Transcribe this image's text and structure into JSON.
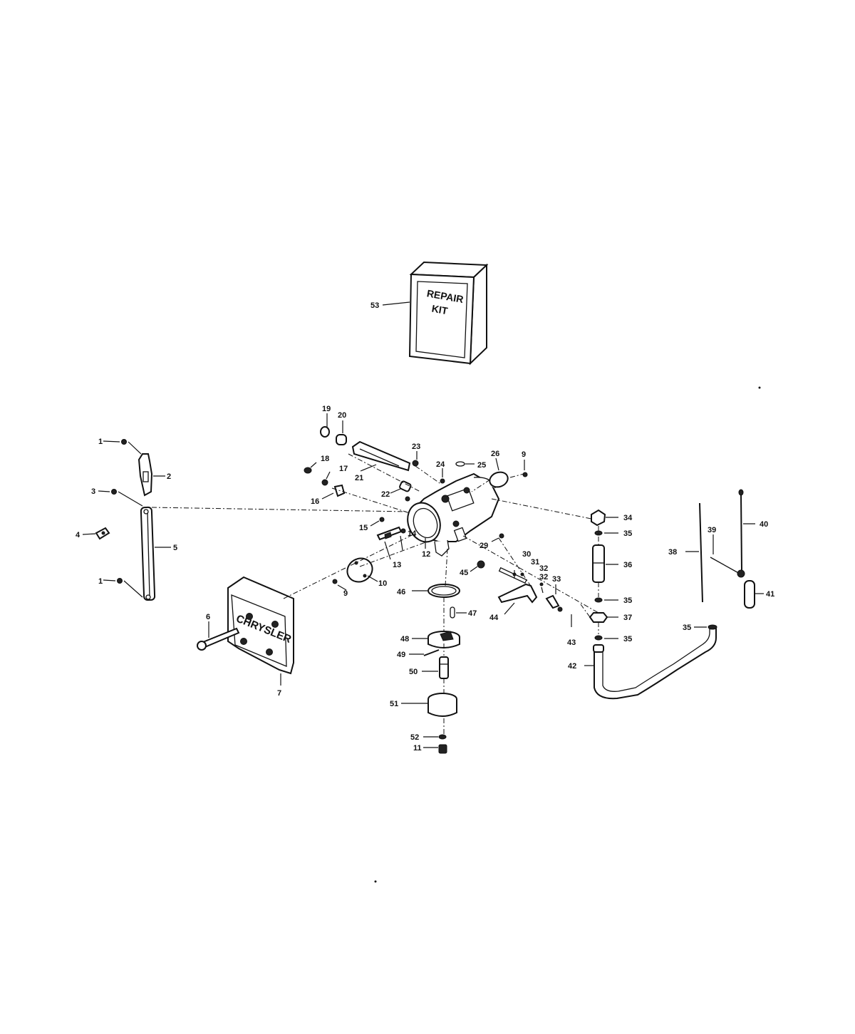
{
  "kit": {
    "line1": "REPAIR",
    "line2": "KIT"
  },
  "brand": "CHRYSLER",
  "callouts": {
    "c1a": "1",
    "c1b": "1",
    "c2": "2",
    "c3": "3",
    "c4": "4",
    "c5": "5",
    "c6": "6",
    "c7": "7",
    "c9a": "9",
    "c9b": "9",
    "c10": "10",
    "c11": "11",
    "c12": "12",
    "c13": "13",
    "c14": "14",
    "c15": "15",
    "c16": "16",
    "c17": "17",
    "c18": "18",
    "c19": "19",
    "c20": "20",
    "c21": "21",
    "c22": "22",
    "c23": "23",
    "c24": "24",
    "c25": "25",
    "c26": "26",
    "c29": "29",
    "c30": "30",
    "c31": "31",
    "c32a": "32",
    "c32b": "32",
    "c33": "33",
    "c34": "34",
    "c35a": "35",
    "c35b": "35",
    "c35c": "35",
    "c35d": "35",
    "c36": "36",
    "c37": "37",
    "c38": "38",
    "c39": "39",
    "c40": "40",
    "c41": "41",
    "c42": "42",
    "c43": "43",
    "c44": "44",
    "c45": "45",
    "c46": "46",
    "c47": "47",
    "c48": "48",
    "c49": "49",
    "c50": "50",
    "c51": "51",
    "c52": "52",
    "c53": "53"
  }
}
